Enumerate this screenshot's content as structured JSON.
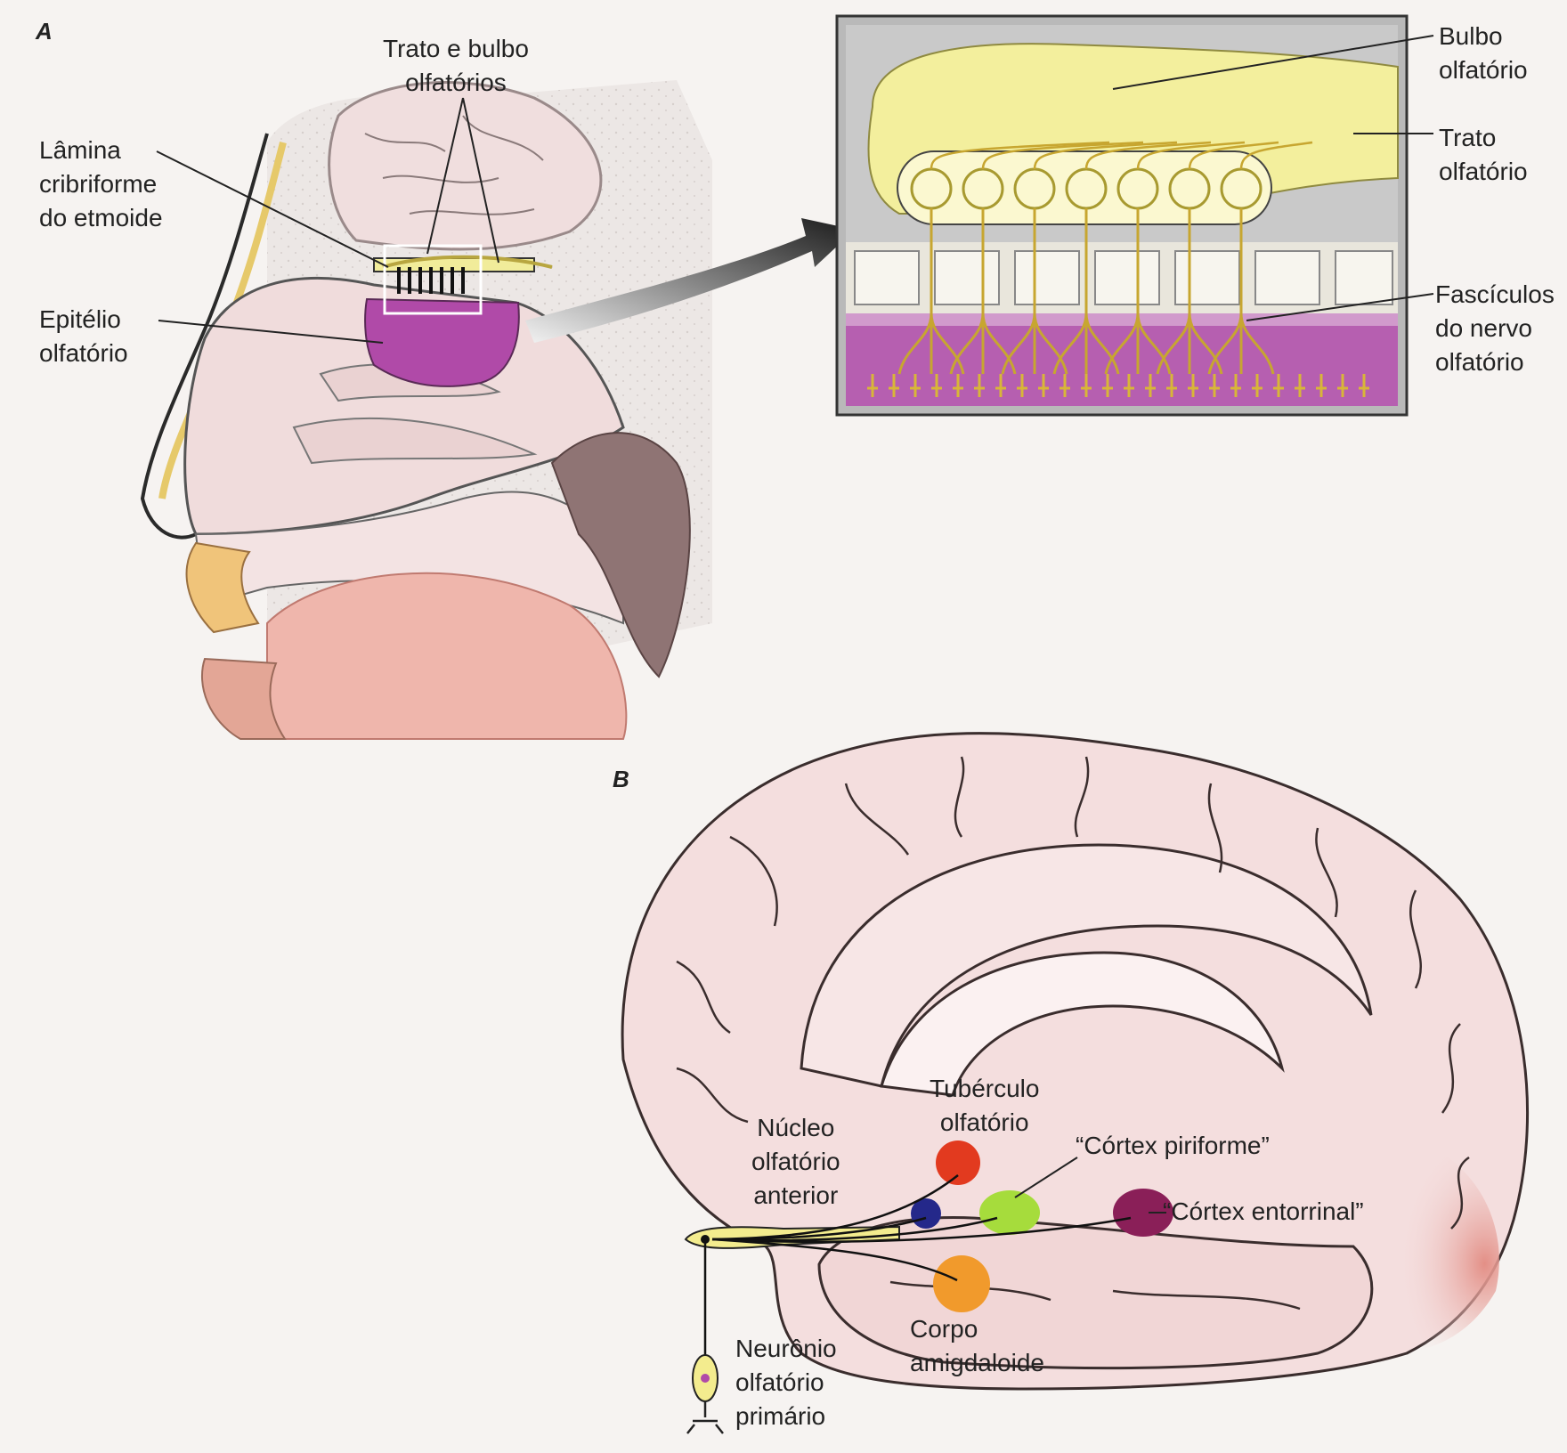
{
  "panel_a": {
    "letter": "A",
    "labels": {
      "tract_bulb": [
        "Trato e bulbo",
        "olfatórios"
      ],
      "cribriform": [
        "Lâmina",
        "cribriforme",
        "do etmoide"
      ],
      "epithelium": [
        "Epitélio",
        "olfatório"
      ]
    },
    "inset_labels": {
      "bulb": [
        "Bulbo",
        "olfatório"
      ],
      "tract": [
        "Trato",
        "olfatório"
      ],
      "fascicles": [
        "Fascículos",
        "do nervo",
        "olfatório"
      ]
    }
  },
  "panel_b": {
    "letter": "B",
    "labels": {
      "tubercle": [
        "Tubérculo",
        "olfatório"
      ],
      "anterior_nucleus": [
        "Núcleo",
        "olfatório",
        "anterior"
      ],
      "piriform": [
        "“Córtex piriforme”"
      ],
      "entorhinal": [
        "“Córtex entorrinal”"
      ],
      "amygdala": [
        "Corpo",
        "amigdaloide"
      ],
      "primary_neuron": [
        "Neurônio",
        "olfatório",
        "primário"
      ]
    }
  },
  "colors": {
    "epithelium": "#b04aa8",
    "bulb": "#f1ec9a",
    "tubercle": "#e23a1f",
    "anterior_nucleus": "#24288a",
    "piriform": "#a6dc3c",
    "entorhinal": "#8a1f58",
    "amygdala": "#f19a2c",
    "brain": "#f4dede"
  }
}
